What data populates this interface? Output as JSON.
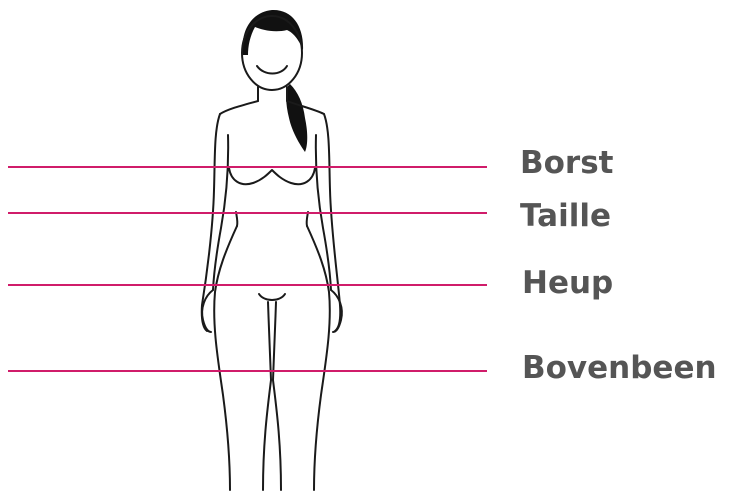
{
  "colors": {
    "line": "#d01c6a",
    "label_text": "#555555",
    "outline": "#1a1a1a",
    "hair": "#111111"
  },
  "measurements": [
    {
      "label": "Borst"
    },
    {
      "label": "Taille"
    },
    {
      "label": "Heup"
    },
    {
      "label": "Bovenbeen"
    }
  ]
}
